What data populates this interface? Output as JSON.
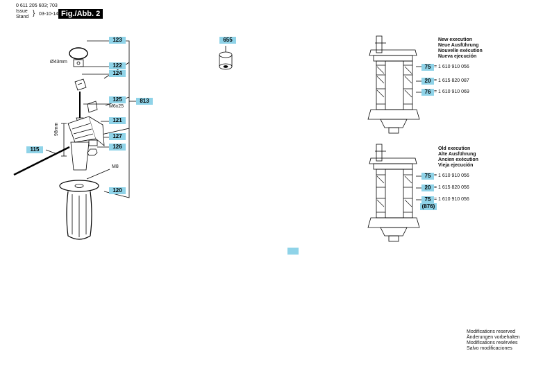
{
  "header": {
    "part_number": "0 611 205 603; 703",
    "issue_label": "Issue",
    "stand_label": "Stand",
    "date": "03-10-14",
    "figure": "Fig./Abb. 2"
  },
  "callouts": {
    "c123": "123",
    "c122": "122",
    "c124": "124",
    "c125": "125",
    "c813": "813",
    "c121": "121",
    "c127": "127",
    "c115": "115",
    "c126": "126",
    "c120": "120",
    "c655": "655"
  },
  "labels": {
    "diameter": "Ø43mm",
    "screw": "M6x25",
    "depth": "98mm",
    "thread": "M8"
  },
  "new_execution": {
    "heading": [
      "New execution",
      "Neue Ausführung",
      "Nouvelle exécution",
      "Nueva ejecución"
    ],
    "parts": [
      {
        "ref": "75",
        "number": "= 1 610 910 056"
      },
      {
        "ref": "20",
        "number": "= 1 615 820 087"
      },
      {
        "ref": "76",
        "number": "= 1 610 910 069"
      }
    ]
  },
  "old_execution": {
    "heading": [
      "Old execution",
      "Alte Ausführung",
      "Ancien exécution",
      "Vieja ejecución"
    ],
    "parts": [
      {
        "ref": "75",
        "number": "= 1 610 910 056"
      },
      {
        "ref": "20",
        "number": "= 1 615 820 056"
      },
      {
        "ref": "75",
        "number": "= 1 610 910 056"
      }
    ],
    "extra_ref": "(876)"
  },
  "footer": [
    "Modifications reserved",
    "Änderungen vorbehalten",
    "Modifications resérvées",
    "Salvo modificaciones"
  ],
  "colors": {
    "callout": "#8fd3e8",
    "line": "#000000"
  }
}
